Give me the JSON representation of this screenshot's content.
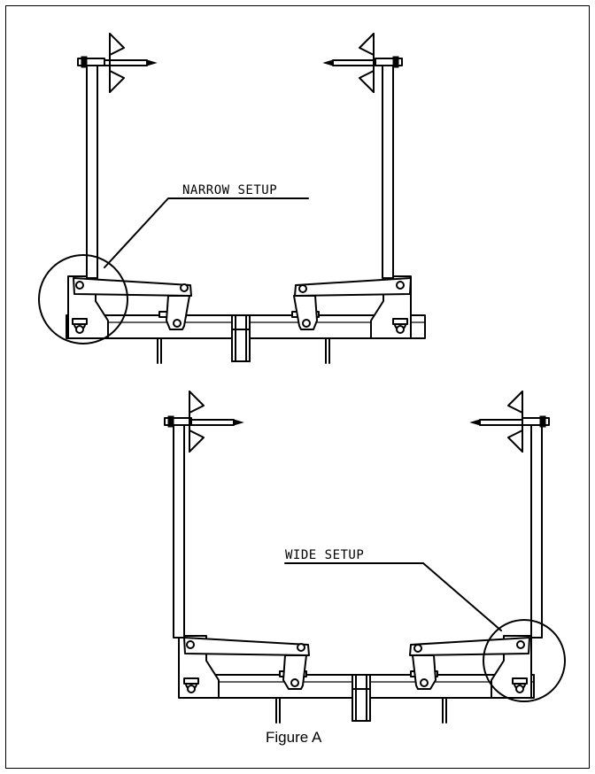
{
  "callouts": {
    "narrow": "NARROW SETUP",
    "wide": "WIDE SETUP"
  },
  "caption": "Figure A"
}
